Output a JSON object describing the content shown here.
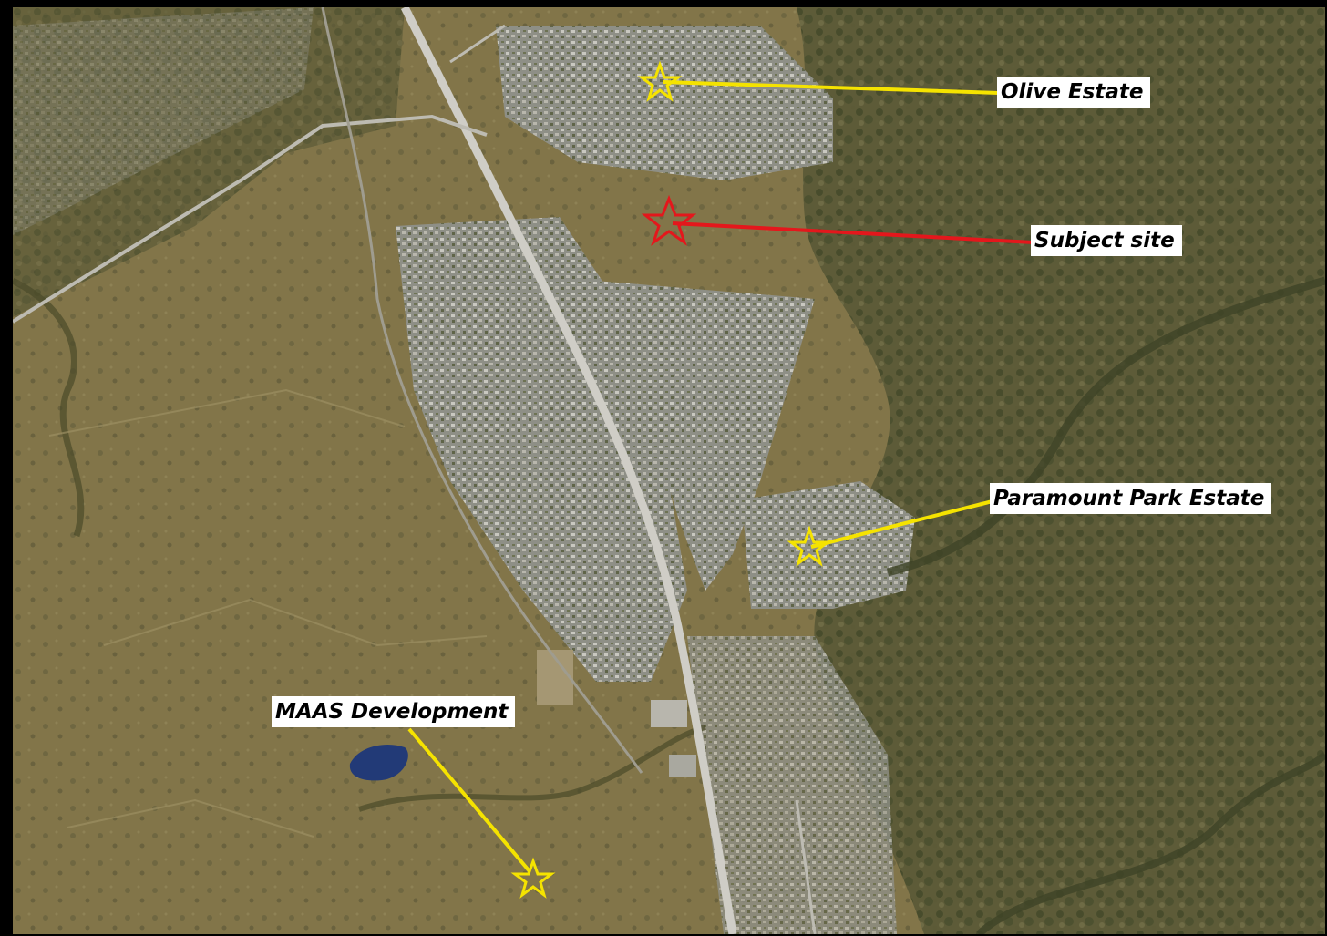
{
  "map": {
    "kind": "aerial photograph",
    "colors": {
      "terrain": "#7b7149",
      "urban": "#8c8d82",
      "road": "#cfcdc6",
      "vegetation": "#4f5330",
      "water": "#223a77",
      "frame": "#000000",
      "label_bg": "#ffffff"
    }
  },
  "markers": [
    {
      "id": "olive-estate",
      "label": "Olive Estate",
      "color": "#f5e300",
      "icon": "star-outline-icon"
    },
    {
      "id": "subject-site",
      "label": "Subject site",
      "color": "#e4171c",
      "icon": "star-outline-icon"
    },
    {
      "id": "paramount-park-estate",
      "label": "Paramount Park Estate",
      "color": "#f5e300",
      "icon": "star-outline-icon"
    },
    {
      "id": "maas-development",
      "label": "MAAS Development",
      "color": "#f5e300",
      "icon": "star-outline-icon"
    }
  ]
}
